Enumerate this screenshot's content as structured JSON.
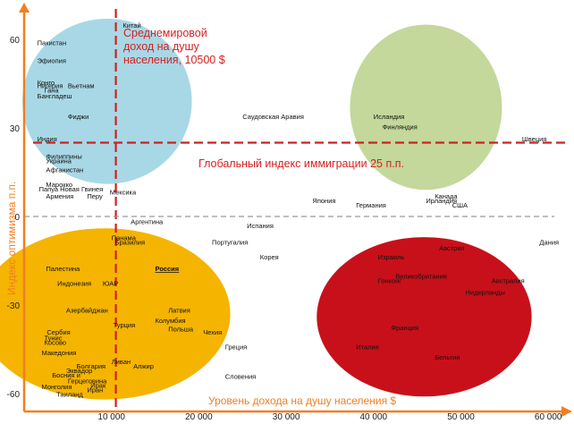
{
  "chart_data": {
    "type": "scatter",
    "xlabel": "Уровень дохода на душу населения $",
    "ylabel": "Индекс оптимизма п.п.",
    "x_ticks": [
      {
        "v": 10000,
        "label": "10 000"
      },
      {
        "v": 20000,
        "label": "20 000"
      },
      {
        "v": 30000,
        "label": "30 000"
      },
      {
        "v": 40000,
        "label": "40 000"
      },
      {
        "v": 50000,
        "label": "50 000"
      },
      {
        "v": 60000,
        "label": "60 000"
      }
    ],
    "y_ticks": [
      {
        "v": 60,
        "label": "60"
      },
      {
        "v": 30,
        "label": "30"
      },
      {
        "v": 0,
        "label": "0"
      },
      {
        "v": -30,
        "label": "-30"
      },
      {
        "v": -60,
        "label": "-60"
      }
    ],
    "xlim": [
      0,
      61000
    ],
    "ylim": [
      -62,
      67
    ],
    "grid": false,
    "reference_lines": [
      {
        "axis": "x",
        "value": 10500,
        "label": "Среднемировой доход на душу населения, 10500 $",
        "color": "#cc2222"
      },
      {
        "axis": "y",
        "value": 25,
        "label": "Глобальный индекс иммиграции 25 п.п.",
        "color": "#cc2222"
      },
      {
        "axis": "y",
        "value": 0,
        "label": "",
        "color": "#999999"
      }
    ],
    "clusters": [
      {
        "color": "#a8d8e6",
        "cx": 9500,
        "cy": 39,
        "rx": 9700,
        "ry": 28
      },
      {
        "color": "#c3d89a",
        "cx": 46000,
        "cy": 37,
        "rx": 8700,
        "ry": 28
      },
      {
        "color": "#f5b400",
        "cx": 9200,
        "cy": -33,
        "rx": 14400,
        "ry": 29
      },
      {
        "color": "#c8101a",
        "cx": 45800,
        "cy": -34,
        "rx": 12300,
        "ry": 27
      }
    ],
    "points": [
      {
        "label": "Китай",
        "x": 11300,
        "y": 64
      },
      {
        "label": "Пакистан",
        "x": 1500,
        "y": 58
      },
      {
        "label": "Эфиопия",
        "x": 1500,
        "y": 52
      },
      {
        "label": "Конго",
        "x": 1500,
        "y": 44.5
      },
      {
        "label": "Нигерия",
        "x": 1500,
        "y": 43.5
      },
      {
        "label": "Вьетнам",
        "x": 5000,
        "y": 43.5
      },
      {
        "label": "Гана",
        "x": 2300,
        "y": 42
      },
      {
        "label": "Бангладеш",
        "x": 1500,
        "y": 40
      },
      {
        "label": "Фиджи",
        "x": 5000,
        "y": 33
      },
      {
        "label": "Саудовская Аравия",
        "x": 25000,
        "y": 33
      },
      {
        "label": "Исландия",
        "x": 40000,
        "y": 33
      },
      {
        "label": "Финляндия",
        "x": 41000,
        "y": 29.5
      },
      {
        "label": "Индия",
        "x": 1500,
        "y": 25.5
      },
      {
        "label": "Швеция",
        "x": 57000,
        "y": 25.5
      },
      {
        "label": "Филиппины",
        "x": 2500,
        "y": 19.5
      },
      {
        "label": "Украина",
        "x": 2500,
        "y": 18
      },
      {
        "label": "Афганистан",
        "x": 2500,
        "y": 15
      },
      {
        "label": "Марокко",
        "x": 2500,
        "y": 10
      },
      {
        "label": "Папуа Новая Гвинея",
        "x": 1700,
        "y": 8.5
      },
      {
        "label": "Мексика",
        "x": 9800,
        "y": 7.5
      },
      {
        "label": "Армения",
        "x": 2500,
        "y": 6
      },
      {
        "label": "Перу",
        "x": 7200,
        "y": 6
      },
      {
        "label": "Япония",
        "x": 33000,
        "y": 4.5
      },
      {
        "label": "Канада",
        "x": 47000,
        "y": 6
      },
      {
        "label": "Ирландия",
        "x": 46000,
        "y": 4.5
      },
      {
        "label": "Германия",
        "x": 38000,
        "y": 3
      },
      {
        "label": "США",
        "x": 49000,
        "y": 3
      },
      {
        "label": "Аргентина",
        "x": 12200,
        "y": -2.5
      },
      {
        "label": "Испания",
        "x": 25500,
        "y": -4
      },
      {
        "label": "Панама",
        "x": 10000,
        "y": -8
      },
      {
        "label": "Бразилия",
        "x": 10400,
        "y": -9.5
      },
      {
        "label": "Португалия",
        "x": 21500,
        "y": -9.5
      },
      {
        "label": "Австрия",
        "x": 47500,
        "y": -11.5
      },
      {
        "label": "Дания",
        "x": 59000,
        "y": -9.5
      },
      {
        "label": "Корея",
        "x": 27000,
        "y": -14.5
      },
      {
        "label": "Израиль",
        "x": 40500,
        "y": -14.5
      },
      {
        "label": "Палестина",
        "x": 2500,
        "y": -18.5
      },
      {
        "label": "Россия",
        "x": 15000,
        "y": -18.5,
        "emphasis": true
      },
      {
        "label": "Великобритания",
        "x": 42500,
        "y": -21
      },
      {
        "label": "Гонконг",
        "x": 40500,
        "y": -22.5
      },
      {
        "label": "Австралия",
        "x": 53500,
        "y": -22.5
      },
      {
        "label": "Индонезия",
        "x": 3800,
        "y": -23.5
      },
      {
        "label": "ЮАР",
        "x": 9000,
        "y": -23.5
      },
      {
        "label": "Нидерланды",
        "x": 50500,
        "y": -26.5
      },
      {
        "label": "Азербайджан",
        "x": 4800,
        "y": -32.5
      },
      {
        "label": "Латвия",
        "x": 16500,
        "y": -32.5
      },
      {
        "label": "Колумбия",
        "x": 15000,
        "y": -36
      },
      {
        "label": "Турция",
        "x": 10200,
        "y": -37.5
      },
      {
        "label": "Польша",
        "x": 16500,
        "y": -39
      },
      {
        "label": "Франция",
        "x": 42000,
        "y": -38.5
      },
      {
        "label": "Сербия",
        "x": 2600,
        "y": -40
      },
      {
        "label": "Чехия",
        "x": 20500,
        "y": -40
      },
      {
        "label": "Тунис",
        "x": 2300,
        "y": -42
      },
      {
        "label": "Косово",
        "x": 2300,
        "y": -43.5
      },
      {
        "label": "Греция",
        "x": 23000,
        "y": -45
      },
      {
        "label": "Италия",
        "x": 38000,
        "y": -45
      },
      {
        "label": "Македония",
        "x": 2000,
        "y": -47
      },
      {
        "label": "Бельгия",
        "x": 47000,
        "y": -48.5
      },
      {
        "label": "Ливан",
        "x": 10000,
        "y": -50
      },
      {
        "label": "Болгария",
        "x": 6000,
        "y": -51.5
      },
      {
        "label": "Алжир",
        "x": 12500,
        "y": -51.5
      },
      {
        "label": "Эквадор",
        "x": 4800,
        "y": -53
      },
      {
        "label": "Словения",
        "x": 23000,
        "y": -55
      },
      {
        "label": "Босния и",
        "x": 3200,
        "y": -54.5
      },
      {
        "label": "Герцеговина",
        "x": 5000,
        "y": -56.5
      },
      {
        "label": "Ирак",
        "x": 7600,
        "y": -58
      },
      {
        "label": "Монголия",
        "x": 2000,
        "y": -58.5
      },
      {
        "label": "Иран",
        "x": 7200,
        "y": -59.5
      },
      {
        "label": "Таиланд",
        "x": 3700,
        "y": -61
      }
    ]
  }
}
